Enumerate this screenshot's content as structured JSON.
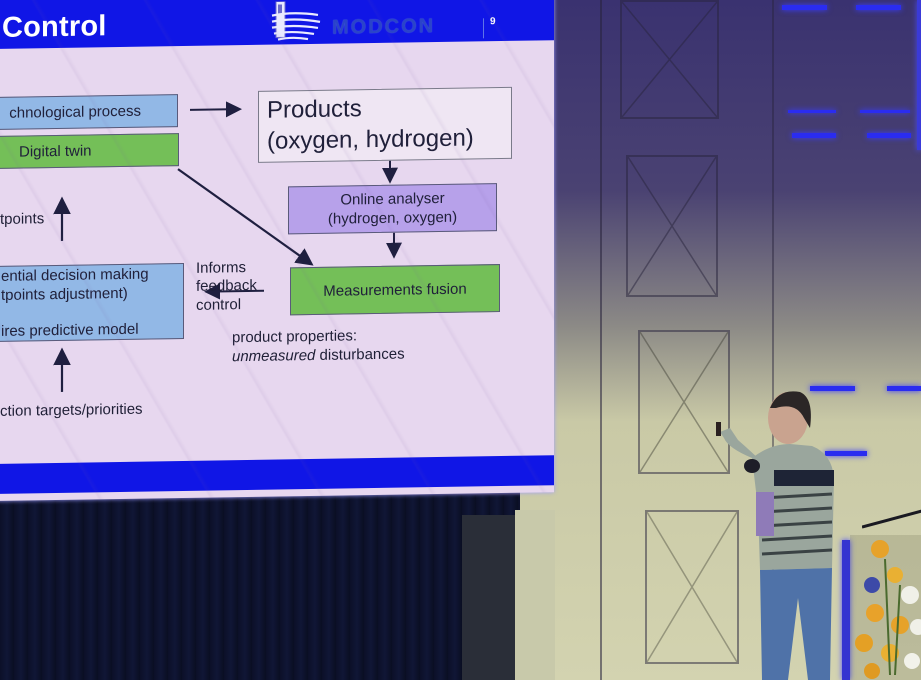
{
  "scene": {
    "description": "Conference presentation: projected slide on the left, presenter with microphone and clicker on the right of the stage",
    "colors": {
      "slide_header": "#1016e6",
      "slide_background": "#e7d7ef",
      "box_blue": "#92b8e6",
      "box_green": "#74bf58",
      "box_purple": "#b7a1ea",
      "stage_led": "#2a2cf0"
    }
  },
  "slide": {
    "title": "Control",
    "logo_text": "MODCON",
    "page_number": "9",
    "boxes": {
      "technological_process": "chnological process",
      "digital_twin": "Digital twin",
      "products_line1": "Products",
      "products_line2": "(oxygen, hydrogen)",
      "online_analyser_line1": "Online analyser",
      "online_analyser_line2": "(hydrogen, oxygen)",
      "measurements_fusion": "Measurements fusion",
      "decision_line1": "ential decision making",
      "decision_line2": "tpoints adjustment)",
      "decision_line3": "ires predictive model"
    },
    "labels": {
      "setpoints": "tpoints",
      "informs_line1": "Informs",
      "informs_line2": "feedback",
      "informs_line3": "control",
      "product_properties": "product properties:",
      "unmeasured_italic": "unmeasured",
      "disturbances": " disturbances",
      "targets": "ction targets/priorities"
    }
  },
  "icons": {
    "logo": "modcon-logo-icon",
    "arrows": "arrow-icon"
  }
}
